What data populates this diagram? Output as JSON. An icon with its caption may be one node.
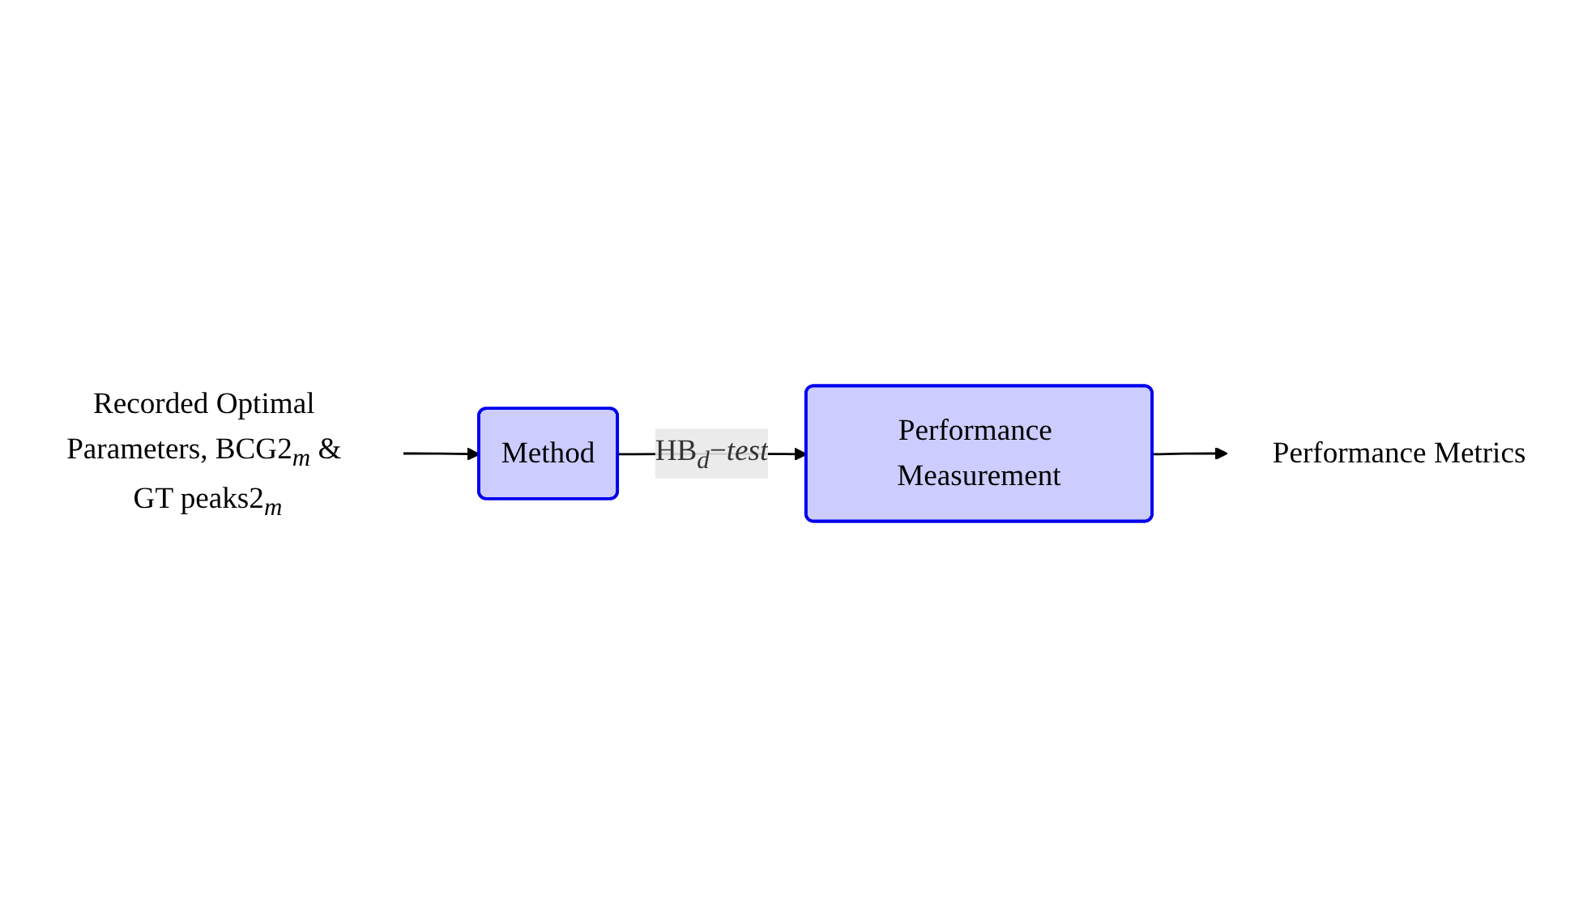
{
  "diagram": {
    "nodes": [
      {
        "text": [
          "Recorded Optimal Parameters, BCG2$_{m}$ & GT peaks2$_{m}$"
        ]
      },
      {
        "text": [
          "Method"
        ]
      },
      {
        "text": [
          "Performance Measurement"
        ]
      },
      {
        "text": [
          "Performance Metrics"
        ]
      }
    ],
    "edges": [
      {
        "from": 0,
        "to": 1,
        "arrow": "to"
      },
      {
        "from": 1,
        "to": 2,
        "arrow": "to",
        "label": "HB$_{d}$−*test*"
      },
      {
        "from": 2,
        "to": 3,
        "arrow": "to"
      }
    ]
  }
}
